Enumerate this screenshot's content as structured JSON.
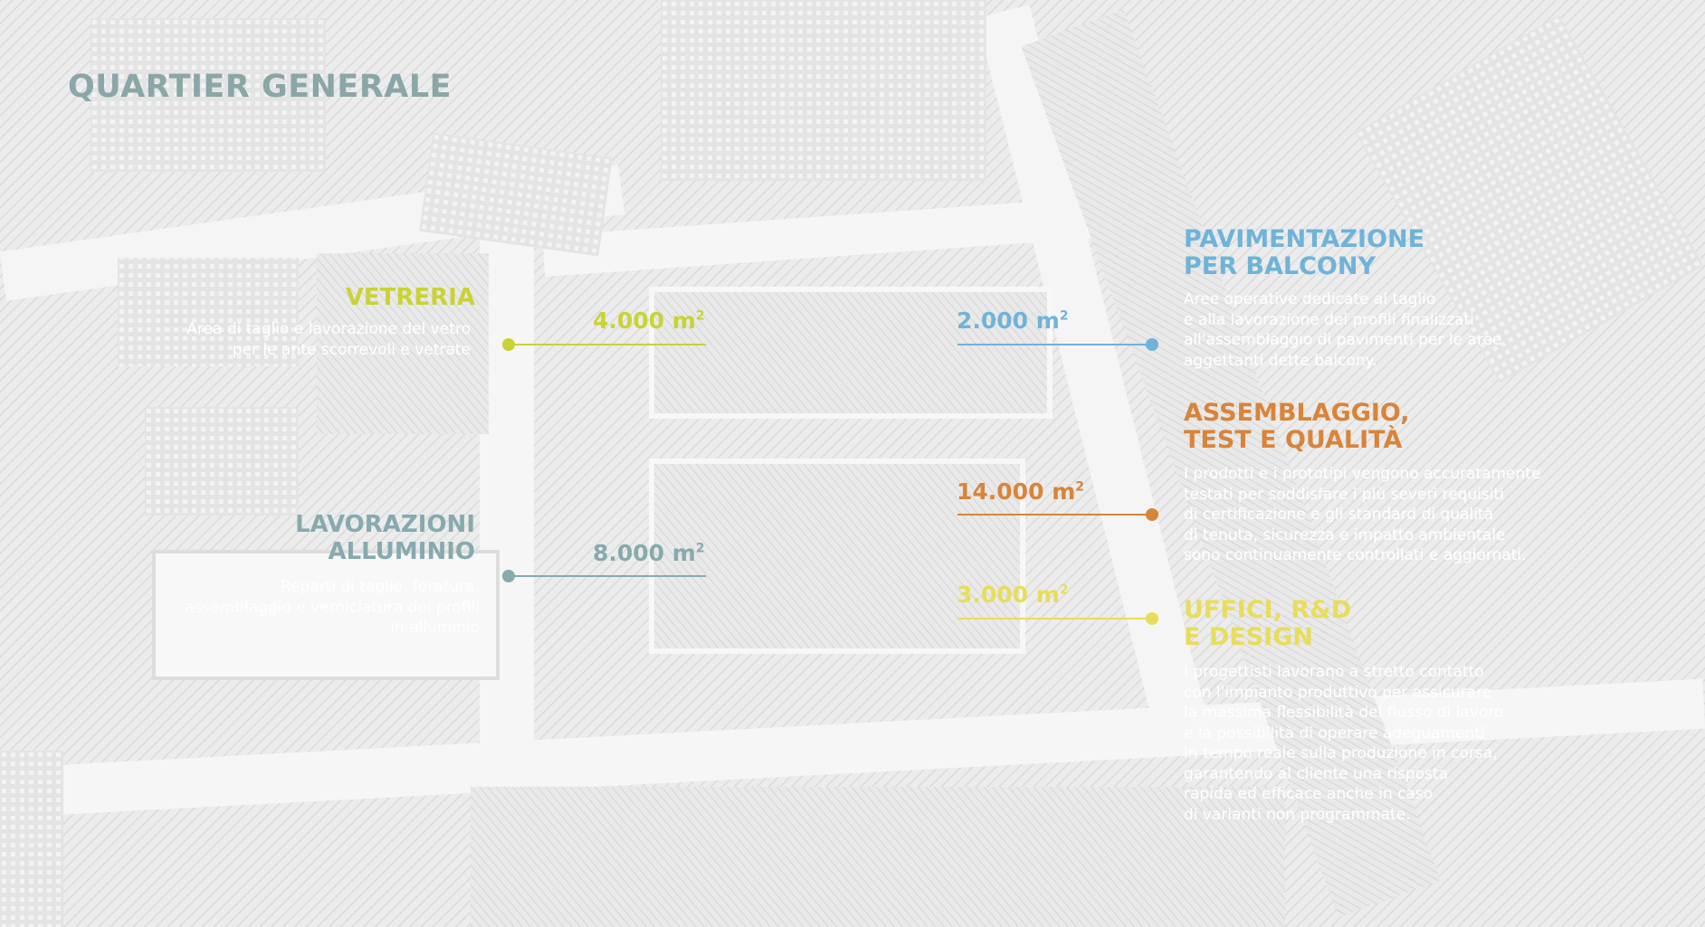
{
  "title": "QUARTIER GENERALE",
  "colors": {
    "vetreria": "#c9d336",
    "alluminio": "#86aaae",
    "balcony": "#6fb3d9",
    "assemblaggio": "#d8843a",
    "uffici": "#e8dd5a",
    "title": "#8aa6a7"
  },
  "zones": {
    "vetreria": {
      "label": "VETRERIA",
      "area": "4.000",
      "unit": "m",
      "sup": "2",
      "desc": "Area di taglio e lavorazione del vetro per le ante scorrevoli e vetrate"
    },
    "alluminio": {
      "label_1": "LAVORAZIONI",
      "label_2": "ALLUMINIO",
      "area": "8.000",
      "unit": "m",
      "sup": "2",
      "desc": "Reparti di taglio, foratura, assemblaggio e verniciatura dei profili in alluminio"
    },
    "balcony": {
      "label_1": "PAVIMENTAZIONE",
      "label_2": "PER BALCONY",
      "area": "2.000",
      "unit": "m",
      "sup": "2",
      "desc": [
        "Aree operative dedicate al taglio",
        "e alla lavorazione dei profili finalizzati",
        "all'assemblaggio di pavimenti per le aree",
        "aggettanti dette balcony."
      ]
    },
    "assemblaggio": {
      "label_1": "ASSEMBLAGGIO,",
      "label_2": "TEST E QUALITÀ",
      "area": "14.000",
      "unit": "m",
      "sup": "2",
      "desc": [
        "I prodotti e i prototipi vengono accuratamente",
        "testati per soddisfare i più severi requisiti",
        "di certificazione e gli standard di qualità",
        "di tenuta, sicurezza e impatto ambientale",
        "sono continuamente controllati e aggiornati."
      ]
    },
    "uffici": {
      "label_1": "UFFICI, R&D",
      "label_2": "E DESIGN",
      "area": "3.000",
      "unit": "m",
      "sup": "2",
      "desc": [
        "I progettisti lavorano a stretto contatto",
        "con l'impianto produttivo per assicurare",
        "la massima flessibilità del flusso di lavoro",
        "e la possibilità di operare adeguamenti",
        "in tempo reale sulla produzione in corsa,",
        "garantendo al cliente una risposta",
        "rapida ed efficace anche in caso",
        "di varianti non programmate."
      ]
    }
  }
}
